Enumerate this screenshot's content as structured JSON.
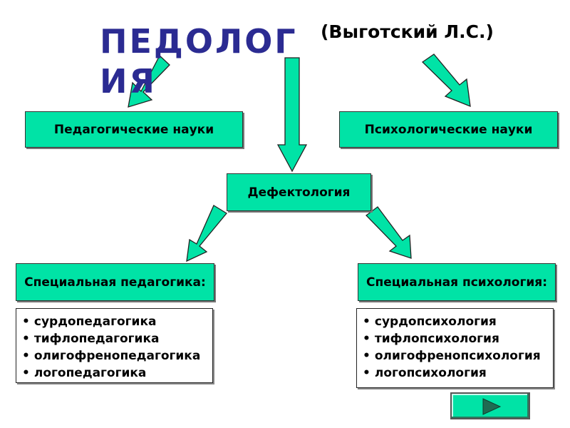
{
  "title": "ПЕДОЛОГИЯ",
  "author": "(Выготский Л.С.)",
  "boxes": {
    "pedagogical": "Педагогические науки",
    "psychological": "Психологические науки",
    "defectology": "Дефектология",
    "special_pedagogy": "Специальная педагогика:",
    "special_psychology": "Специальная психология:"
  },
  "lists": {
    "pedagogy": [
      "сурдопедагогика",
      "тифлопедагогика",
      "олигофренопедагогика",
      "логопедагогика"
    ],
    "psychology": [
      "сурдопсихология",
      "тифлопсихология",
      "олигофренопсихология",
      "логопсихология"
    ]
  },
  "colors": {
    "box_fill": "#00e3a6",
    "title_color": "#2b2b92"
  },
  "nav": {
    "icon": "play-right-arrow-icon"
  }
}
